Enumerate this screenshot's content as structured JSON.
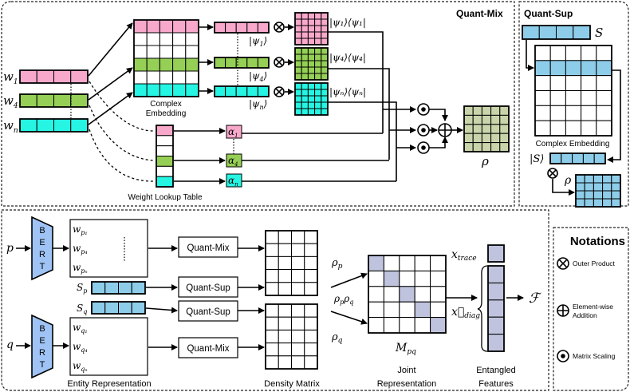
{
  "colors": {
    "pink": "#f8a8cb",
    "green": "#95cf55",
    "cyan": "#25f5e2",
    "blue": "#8ecde9",
    "olive": "#c9d4aa",
    "lavender": "#bfc3dd",
    "gray": "#eeeeee",
    "bert": "#9fc3f5"
  },
  "quant_mix": {
    "title": "Quant-Mix",
    "words": [
      {
        "base": "w",
        "sub": "1"
      },
      {
        "base": "w",
        "sub": "4"
      },
      {
        "base": "w",
        "sub": "n"
      }
    ],
    "embedding_label": [
      "Complex",
      "Embedding"
    ],
    "psi": [
      {
        "base": "|ψ",
        "sub": "1",
        "end": "⟩"
      },
      {
        "base": "|ψ",
        "sub": "4",
        "end": "⟩"
      },
      {
        "base": "|ψ",
        "sub": "n",
        "end": "⟩"
      }
    ],
    "outer": [
      {
        "text": "|ψ₁⟩⟨ψ₁|"
      },
      {
        "text": "|ψ₄⟩⟨ψ₄|"
      },
      {
        "text": "|ψₙ⟩⟨ψₙ|"
      }
    ],
    "alpha": [
      {
        "base": "α",
        "sub": "1"
      },
      {
        "base": "α",
        "sub": "4"
      },
      {
        "base": "α",
        "sub": "n"
      }
    ],
    "lookup_label": "Weight Lookup Table",
    "rho": "ρ"
  },
  "quant_sup": {
    "title": "Quant-Sup",
    "s": "S",
    "embedding_label": "Complex Embedding",
    "ket": "|S⟩",
    "rho": "ρ"
  },
  "pipeline": {
    "bert_letters": [
      "B",
      "E",
      "R",
      "T"
    ],
    "p": "p",
    "q": "q",
    "wp": [
      {
        "base": "w",
        "sub": "p₁"
      },
      {
        "base": "w",
        "sub": "p₄"
      },
      {
        "base": "w",
        "sub": "pₙ"
      }
    ],
    "wq": [
      {
        "base": "w",
        "sub": "q₁"
      },
      {
        "base": "w",
        "sub": "q₄"
      },
      {
        "base": "w",
        "sub": "qₙ"
      }
    ],
    "sp": {
      "base": "S",
      "sub": "p"
    },
    "sq": {
      "base": "S",
      "sub": "q"
    },
    "quant_mix": "Quant-Mix",
    "quant_sup": "Quant-Sup",
    "rho_p": {
      "base": "ρ",
      "sub": "p"
    },
    "rho_q": {
      "base": "ρ",
      "sub": "q"
    },
    "rho_pq": {
      "base": "ρ",
      "sub": "p",
      "base2": "ρ",
      "sub2": "q"
    },
    "mpq": {
      "base": "M",
      "sub": "pq"
    },
    "x_trace": {
      "base": "x",
      "sub": "trace"
    },
    "x_diag": {
      "base": "x⃗",
      "sub": "diag"
    },
    "f": "ℱ",
    "labels": {
      "entity": "Entity Representation",
      "density": "Density Matrix",
      "joint": [
        "Joint",
        "Representation"
      ],
      "entangled": [
        "Entangled",
        "Features"
      ]
    }
  },
  "notations": {
    "title": "Notations",
    "items": [
      {
        "icon": "outer-product-icon",
        "label": [
          "Outer Product"
        ]
      },
      {
        "icon": "element-wise-addition-icon",
        "label": [
          "Element-wise",
          "Addition"
        ]
      },
      {
        "icon": "matrix-scaling-icon",
        "label": [
          "Matrix Scaling"
        ]
      }
    ]
  }
}
